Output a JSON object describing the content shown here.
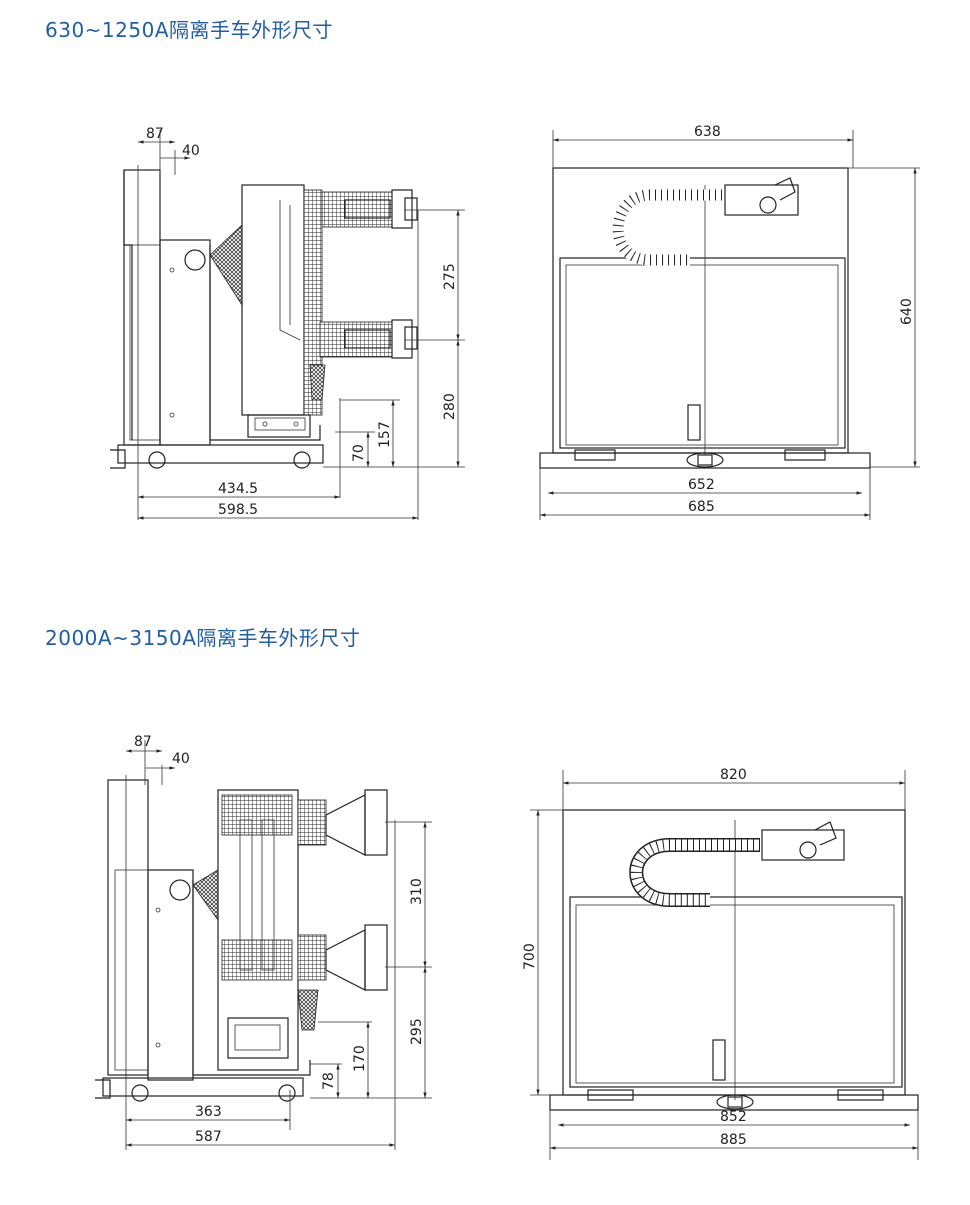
{
  "section1": {
    "title": "630~1250A隔离手车外形尺寸",
    "side": {
      "d87": "87",
      "d40": "40",
      "d275": "275",
      "d280": "280",
      "d157": "157",
      "d70": "70",
      "d434": "434.5",
      "d598": "598.5"
    },
    "front": {
      "d638": "638",
      "d640": "640",
      "d652": "652",
      "d685": "685"
    }
  },
  "section2": {
    "title": "2000A~3150A隔离手车外形尺寸",
    "side": {
      "d87": "87",
      "d40": "40",
      "d310": "310",
      "d295": "295",
      "d170": "170",
      "d78": "78",
      "d363": "363",
      "d587": "587"
    },
    "front": {
      "d820": "820",
      "d700": "700",
      "d852": "852",
      "d885": "885"
    }
  }
}
